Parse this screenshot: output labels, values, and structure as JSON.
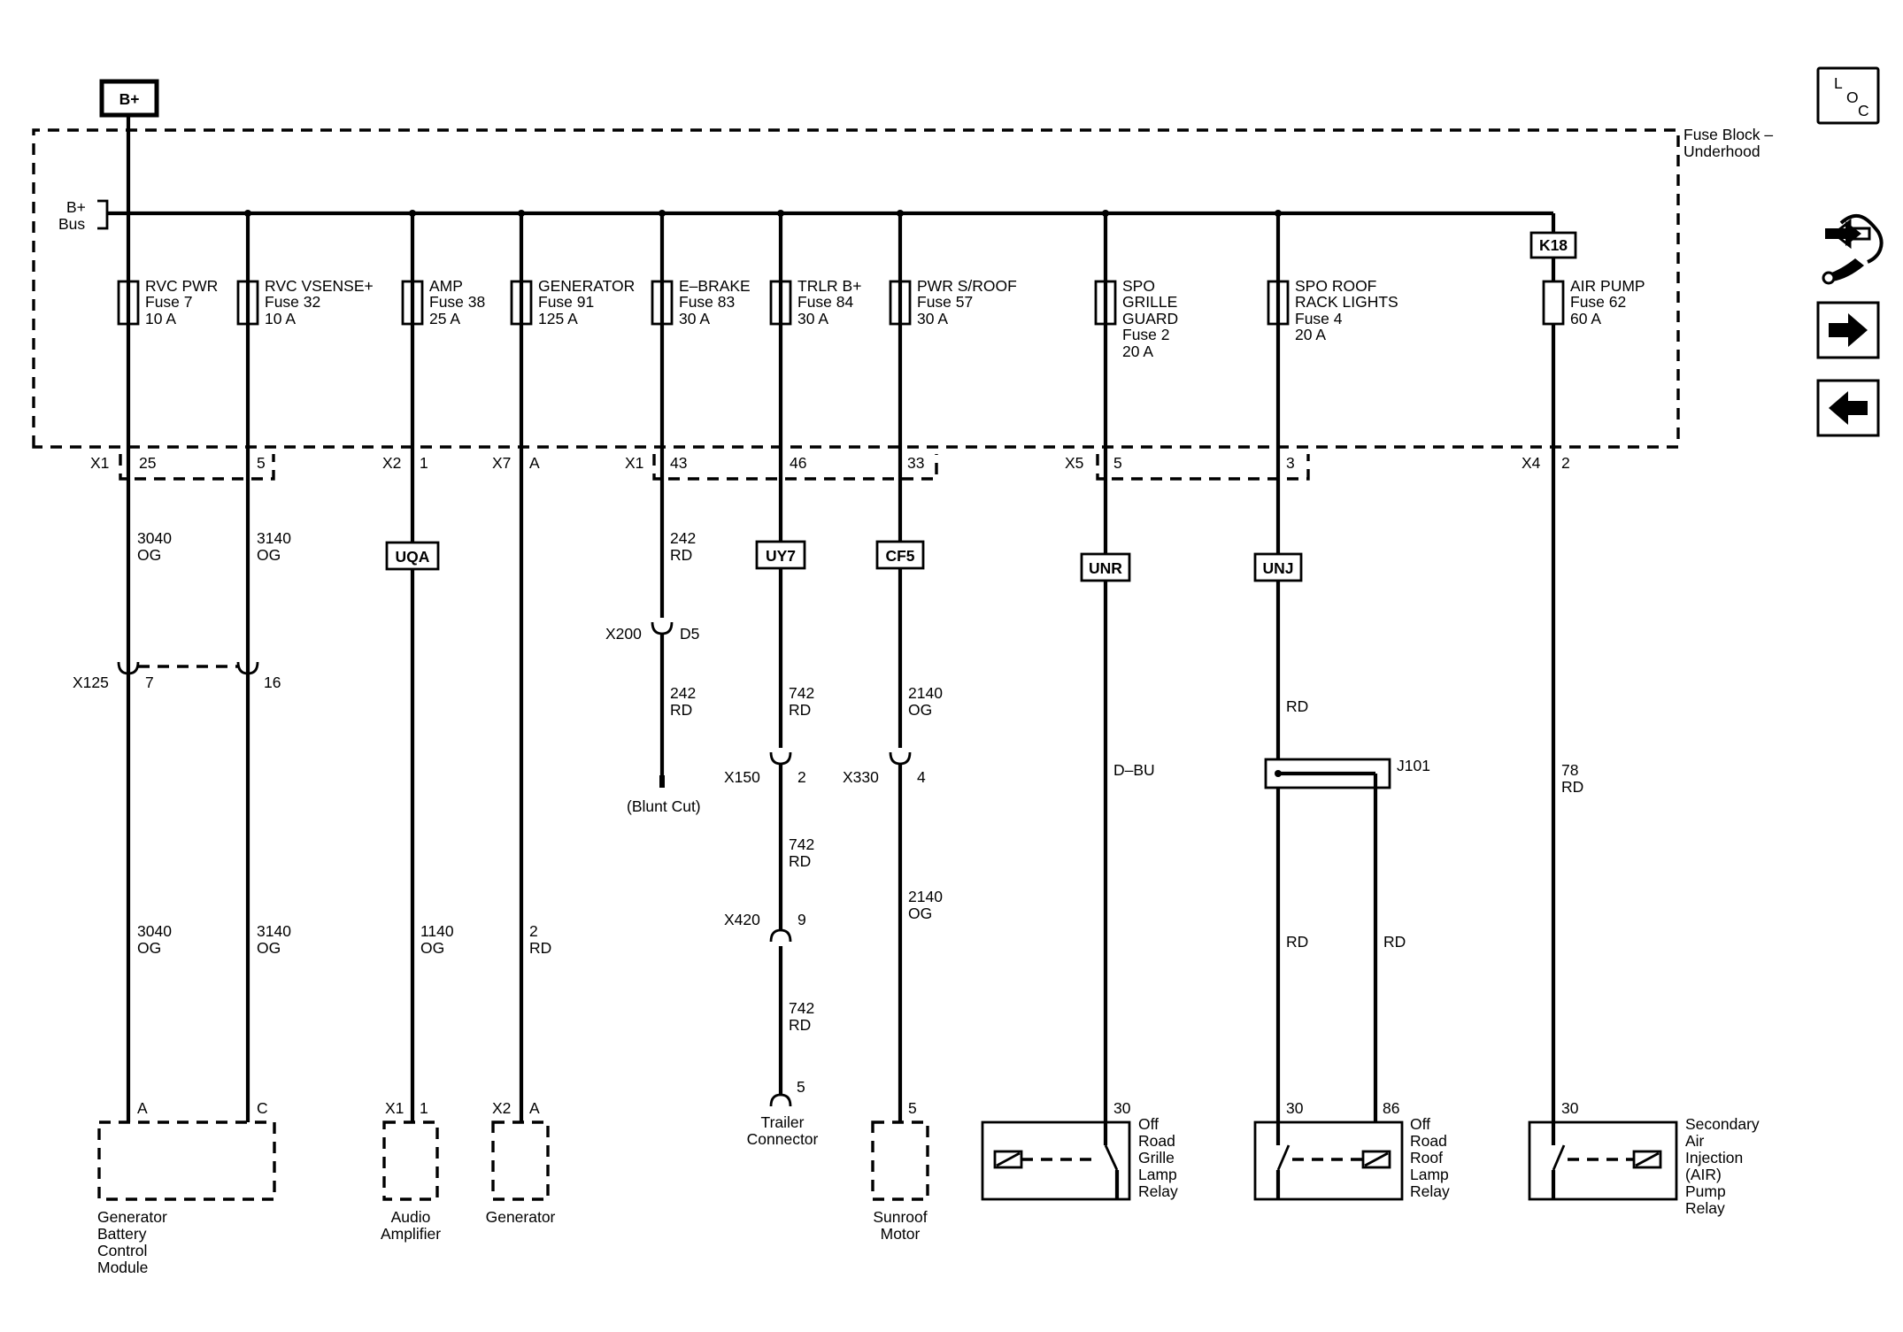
{
  "block": {
    "name": "Fuse Block –",
    "name2": "Underhood",
    "source": "B+",
    "bus": "B+",
    "bus2": "Bus"
  },
  "fuses": [
    {
      "name": "RVC PWR",
      "fuse": "Fuse 7",
      "rating": "10 A"
    },
    {
      "name": "RVC VSENSE+",
      "fuse": "Fuse 32",
      "rating": "10 A"
    },
    {
      "name": "AMP",
      "fuse": "Fuse 38",
      "rating": "25 A"
    },
    {
      "name": "GENERATOR",
      "fuse": "Fuse 91",
      "rating": "125 A"
    },
    {
      "name": "E–BRAKE",
      "fuse": "Fuse 83",
      "rating": "30 A"
    },
    {
      "name": "TRLR B+",
      "fuse": "Fuse 84",
      "rating": "30 A"
    },
    {
      "name": "PWR S/ROOF",
      "fuse": "Fuse 57",
      "rating": "30 A"
    },
    {
      "name": "SPO",
      "name2": "GRILLE",
      "name3": "GUARD",
      "fuse": "Fuse 2",
      "rating": "20 A"
    },
    {
      "name": "SPO ROOF",
      "name2": "RACK LIGHTS",
      "fuse": "Fuse 4",
      "rating": "20 A"
    },
    {
      "name": "AIR PUMP",
      "fuse": "Fuse 62",
      "rating": "60 A",
      "relay": "K18"
    }
  ],
  "block_connectors": [
    {
      "conn": "X1",
      "pins": [
        "25",
        "5"
      ]
    },
    {
      "conn": "X2",
      "pins": [
        "1"
      ]
    },
    {
      "conn": "X7",
      "pins": [
        "A"
      ]
    },
    {
      "conn": "X1",
      "pins": [
        "43",
        "46",
        "33"
      ]
    },
    {
      "conn": "X5",
      "pins": [
        "5",
        "3"
      ]
    },
    {
      "conn": "X4",
      "pins": [
        "2"
      ]
    }
  ],
  "options": [
    "UQA",
    "UY7",
    "CF5",
    "UNR",
    "UNJ"
  ],
  "wires": {
    "w3040": {
      "num": "3040",
      "color": "OG"
    },
    "w3140": {
      "num": "3140",
      "color": "OG"
    },
    "w1140": {
      "num": "1140",
      "color": "OG"
    },
    "w2": {
      "num": "2",
      "color": "RD"
    },
    "w242": {
      "num": "242",
      "color": "RD"
    },
    "w742": {
      "num": "742",
      "color": "RD"
    },
    "w2140": {
      "num": "2140",
      "color": "OG"
    },
    "wDBU": {
      "color": "D–BU"
    },
    "wRD": {
      "color": "RD"
    },
    "w78": {
      "num": "78",
      "color": "RD"
    }
  },
  "inline_connectors": {
    "x125": {
      "name": "X125",
      "pin_a": "7",
      "pin_b": "16"
    },
    "x200": {
      "name": "X200",
      "pin": "D5"
    },
    "x150": {
      "name": "X150",
      "pin": "2"
    },
    "x420": {
      "name": "X420",
      "pin": "9"
    },
    "x330": {
      "name": "X330",
      "pin": "4"
    }
  },
  "splice": "J101",
  "blunt_cut": "(Blunt Cut)",
  "components": {
    "gbcm": {
      "pin_a": "A",
      "pin_b": "C",
      "lines": [
        "Generator",
        "Battery",
        "Control",
        "Module"
      ]
    },
    "amp": {
      "conn": "X1",
      "pin": "1",
      "lines": [
        "Audio",
        "Amplifier"
      ]
    },
    "gen": {
      "conn": "X2",
      "pin": "A",
      "lines": [
        "Generator"
      ]
    },
    "trailer": {
      "pin": "5",
      "lines": [
        "Trailer",
        "Connector"
      ]
    },
    "sunroof": {
      "pin": "5",
      "lines": [
        "Sunroof",
        "Motor"
      ]
    },
    "grille_relay": {
      "pin": "30",
      "lines": [
        "Off",
        "Road",
        "Grille",
        "Lamp",
        "Relay"
      ]
    },
    "roof_relay": {
      "pin_a": "30",
      "pin_b": "86",
      "lines": [
        "Off",
        "Road",
        "Roof",
        "Lamp",
        "Relay"
      ]
    },
    "air_relay": {
      "pin": "30",
      "lines": [
        "Secondary",
        "Air",
        "Injection",
        "(AIR)",
        "Pump",
        "Relay"
      ]
    }
  },
  "nav": {
    "loc": {
      "l": "L",
      "o": "O",
      "c": "C"
    },
    "icons": [
      "diagnostic-tool-icon",
      "next-arrow-icon",
      "back-arrow-icon"
    ]
  }
}
